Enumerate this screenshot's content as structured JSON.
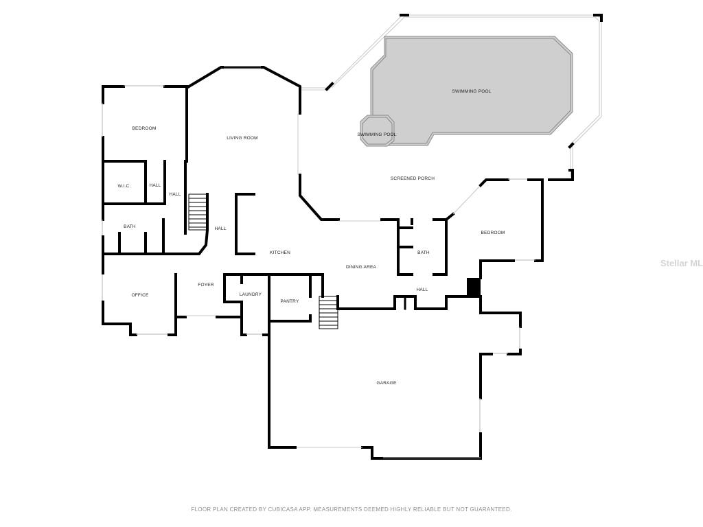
{
  "rooms": {
    "swimming_pool_main": "SWIMMING POOL",
    "swimming_pool_spa": "SWIMMING POOL",
    "screened_porch": "SCREENED PORCH",
    "living_room": "LIVING ROOM",
    "bedroom_left": "BEDROOM",
    "wic": "W.I.C.",
    "hall_1": "HALL",
    "hall_2": "HALL",
    "hall_3": "HALL",
    "hall_4": "HALL",
    "bath_left": "BATH",
    "bath_right": "BATH",
    "kitchen": "KITCHEN",
    "dining_area": "DINING AREA",
    "bedroom_right": "BEDROOM",
    "office": "OFFICE",
    "foyer": "FOYER",
    "laundry": "LAUNDRY",
    "pantry": "PANTRY",
    "garage": "GARAGE"
  },
  "footer_text": "FLOOR PLAN CREATED BY CUBICASA APP. MEASUREMENTS DEEMED HIGHLY RELIABLE BUT NOT GUARANTEED.",
  "watermark": "Stellar MLS",
  "colors": {
    "wall": "#000000",
    "pool_fill": "#cfcfcf",
    "window": "#b5b5b5",
    "footer": "#8f8f8f"
  }
}
